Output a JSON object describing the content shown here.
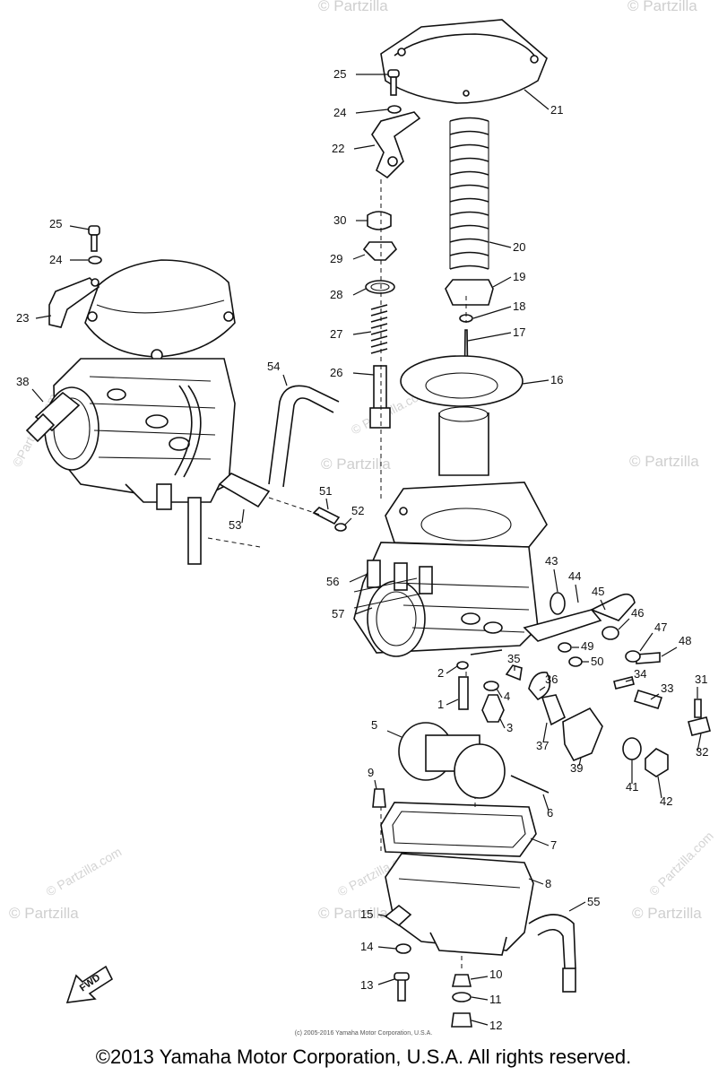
{
  "footer": {
    "small_copyright": "(c) 2005-2016 Yamaha Motor Corporation, U.S.A.",
    "main_copyright": "©2013 Yamaha Motor Corporation, U.S.A. All rights reserved."
  },
  "watermark": {
    "text": "© Partzilla",
    "vertical_text": "©Partzilla.com",
    "diagonal_text": "© Partzilla.com"
  },
  "fwd_label": "FWD",
  "parts": [
    "1",
    "2",
    "3",
    "4",
    "5",
    "6",
    "7",
    "8",
    "9",
    "10",
    "11",
    "12",
    "13",
    "14",
    "15",
    "16",
    "17",
    "18",
    "19",
    "20",
    "21",
    "22",
    "23",
    "24",
    "25",
    "26",
    "27",
    "28",
    "29",
    "30",
    "31",
    "32",
    "33",
    "34",
    "35",
    "36",
    "37",
    "38",
    "39",
    "41",
    "42",
    "43",
    "44",
    "45",
    "46",
    "47",
    "48",
    "49",
    "50",
    "51",
    "52",
    "53",
    "54",
    "55",
    "56",
    "57"
  ],
  "left_24": "24",
  "left_25": "25"
}
